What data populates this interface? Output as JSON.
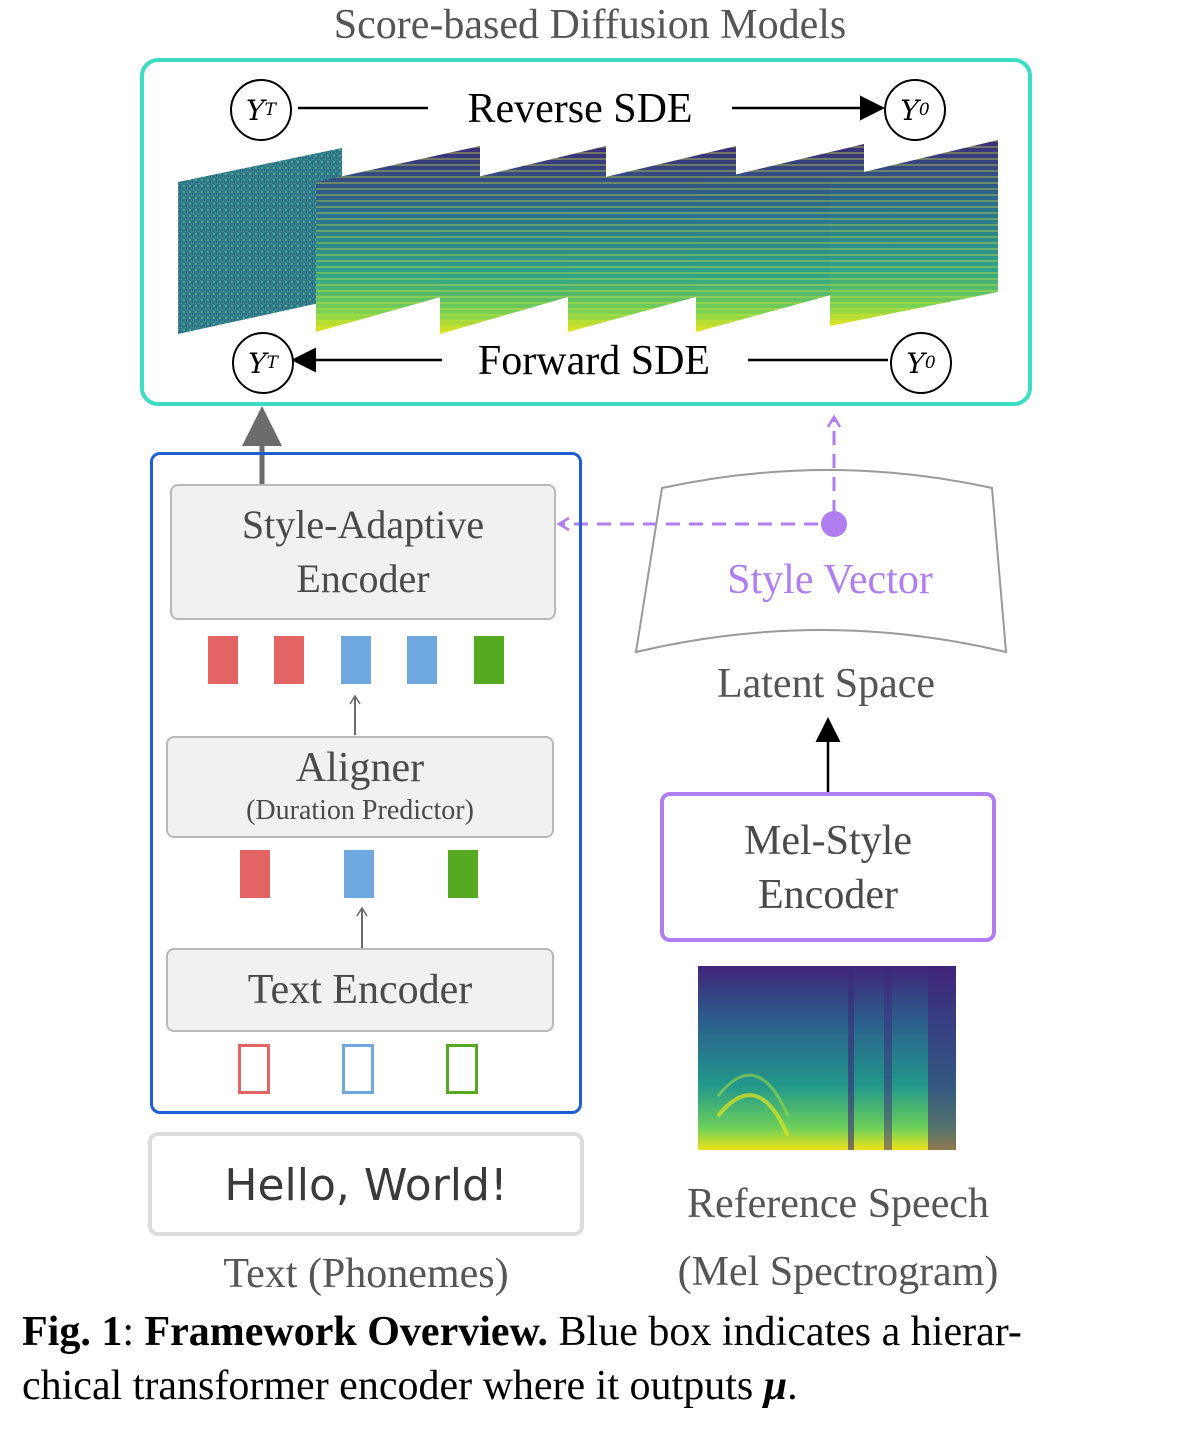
{
  "diffusion": {
    "title": "Score-based Diffusion Models",
    "reverse_label": "Reverse SDE",
    "forward_label": "Forward SDE",
    "node_start_var": "Y",
    "node_start_sub": "T",
    "node_end_var": "Y",
    "node_end_sub": "0"
  },
  "encoder": {
    "style_adaptive_line1": "Style-Adaptive",
    "style_adaptive_line2": "Encoder",
    "aligner_title": "Aligner",
    "aligner_subtitle": "(Duration Predictor)",
    "text_encoder": "Text Encoder"
  },
  "input": {
    "text_value": "Hello, World!",
    "text_caption": "Text (Phonemes)"
  },
  "style": {
    "style_vector": "Style Vector",
    "latent_space": "Latent Space",
    "mel_style_line1": "Mel-Style",
    "mel_style_line2": "Encoder",
    "reference_line1": "Reference Speech",
    "reference_line2": "(Mel Spectrogram)"
  },
  "caption": {
    "fig_label": "Fig. 1",
    "colon": ":",
    "bold_title": "Framework Overview.",
    "text_line1": "Blue box indicates a hierar-",
    "text_line2": "chical transformer encoder where it outputs",
    "mu_symbol": "μ",
    "end": "."
  },
  "colors": {
    "diffusion_border": "#3ddcc4",
    "encoder_border": "#1f5fd6",
    "style_purple": "#b07ef0",
    "token_red": "#e46464",
    "token_blue": "#6fa8e0",
    "token_green": "#55aa22"
  }
}
